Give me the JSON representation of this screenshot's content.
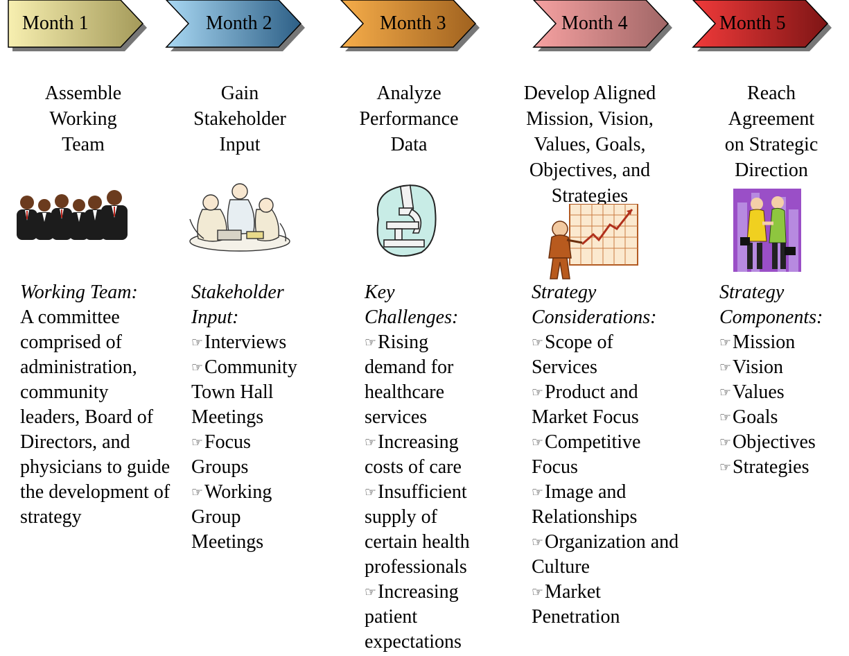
{
  "phases": [
    {
      "chevron_label": "Month 1",
      "title": "Assemble\nWorking\nTeam",
      "illustration": "team-of-people",
      "heading": "Working Team:",
      "description": "A committee comprised of administration, community leaders, Board of Directors, and physicians to guide the development of strategy",
      "colors": {
        "light": "#f7efb0",
        "dark": "#a49a5a"
      }
    },
    {
      "chevron_label": "Month 2",
      "title": "Gain\nStakeholder\nInput",
      "illustration": "people-meeting",
      "heading": "Stakeholder\nInput:",
      "bullets": [
        "Interviews",
        "Community\nTown Hall\nMeetings",
        "Focus\nGroups",
        "Working\nGroup\nMeetings"
      ],
      "colors": {
        "light": "#a9d8f3",
        "dark": "#2d5f86"
      }
    },
    {
      "chevron_label": "Month 3",
      "title": "Analyze\nPerformance\nData",
      "illustration": "microscope",
      "heading": "Key\nChallenges:",
      "bullets": [
        "Rising\ndemand for\nhealthcare\nservices",
        "Increasing\ncosts of care",
        "Insufficient\nsupply of\ncertain health\nprofessionals",
        "Increasing\npatient\nexpectations"
      ],
      "colors": {
        "light": "#f6ad4a",
        "dark": "#a0621f"
      }
    },
    {
      "chevron_label": "Month 4",
      "title": "Develop Aligned\nMission, Vision,\nValues, Goals,\nObjectives, and\nStrategies",
      "illustration": "presenter-with-chart",
      "heading": "Strategy\nConsiderations:",
      "bullets": [
        "Scope of\nServices",
        "Product and\nMarket Focus",
        "Competitive\nFocus",
        "Image and\nRelationships",
        "Organization and\nCulture",
        "Market\nPenetration"
      ],
      "colors": {
        "light": "#f6a1a1",
        "dark": "#a06666"
      }
    },
    {
      "chevron_label": "Month 5",
      "title": "Reach\nAgreement\non Strategic\nDirection",
      "illustration": "handshake",
      "heading": "Strategy\nComponents:",
      "bullets": [
        "Mission",
        "Vision",
        "Values",
        "Goals",
        "Objectives",
        "Strategies"
      ],
      "colors": {
        "light": "#f03a3a",
        "dark": "#7e1515"
      }
    }
  ],
  "bullet_icon": "pointing-hand-icon"
}
